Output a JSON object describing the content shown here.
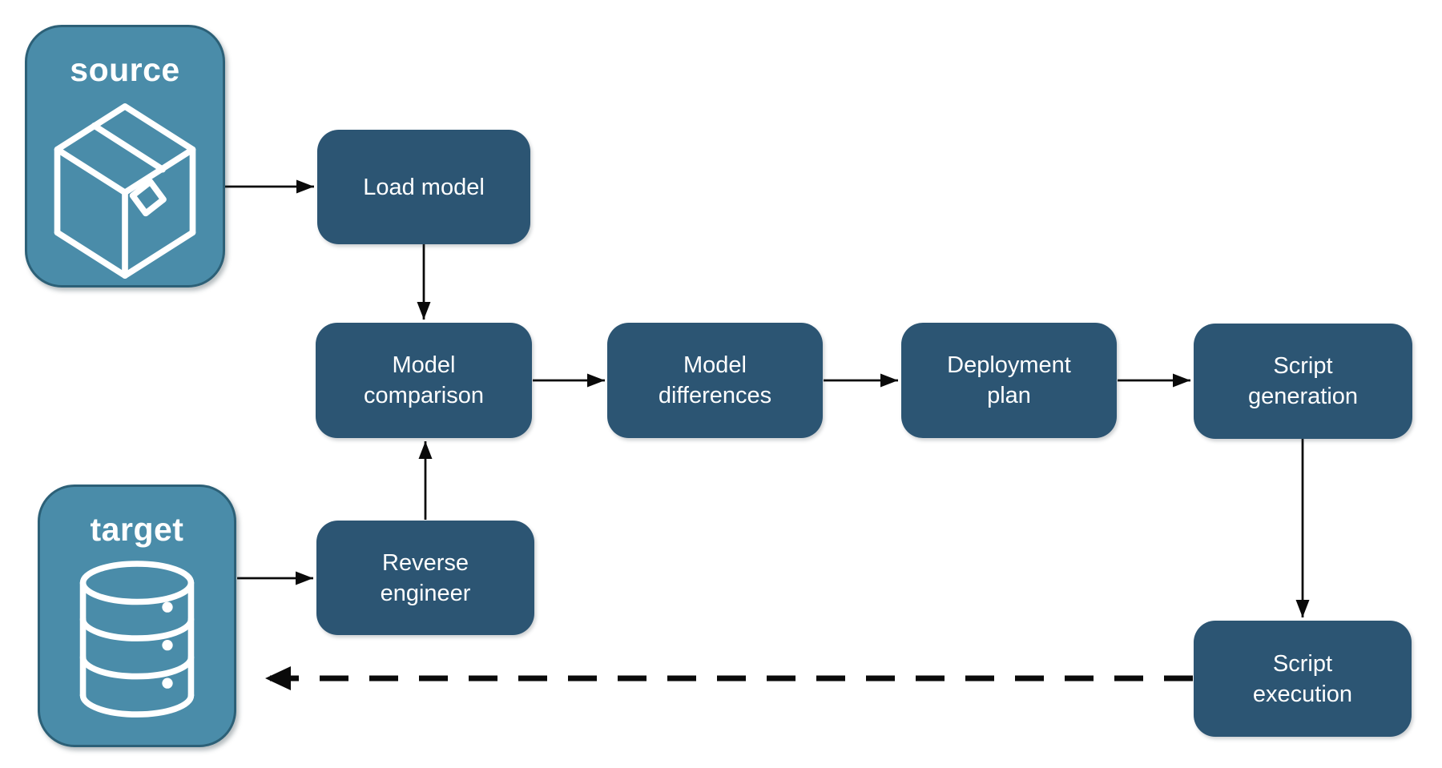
{
  "diagram": {
    "colors": {
      "background": "#ffffff",
      "container_fill": "#4A8CA9",
      "container_border": "#2C6077",
      "node_fill": "#2C5573",
      "text": "#ffffff",
      "arrow": "#0a0a0a"
    },
    "containers": [
      {
        "id": "source",
        "label": "source",
        "icon": "package-icon"
      },
      {
        "id": "target",
        "label": "target",
        "icon": "database-icon"
      }
    ],
    "nodes": [
      {
        "id": "load-model",
        "label": "Load model",
        "lines": [
          "Load model"
        ]
      },
      {
        "id": "model-comparison",
        "label": "Model comparison",
        "lines": [
          "Model",
          "comparison"
        ]
      },
      {
        "id": "model-differences",
        "label": "Model differences",
        "lines": [
          "Model",
          "differences"
        ]
      },
      {
        "id": "deployment-plan",
        "label": "Deployment plan",
        "lines": [
          "Deployment",
          "plan"
        ]
      },
      {
        "id": "script-generation",
        "label": "Script generation",
        "lines": [
          "Script",
          "generation"
        ]
      },
      {
        "id": "reverse-engineer",
        "label": "Reverse engineer",
        "lines": [
          "Reverse",
          "engineer"
        ]
      },
      {
        "id": "script-execution",
        "label": "Script execution",
        "lines": [
          "Script",
          "execution"
        ]
      }
    ],
    "edges": [
      {
        "from": "source",
        "to": "load-model",
        "style": "solid"
      },
      {
        "from": "load-model",
        "to": "model-comparison",
        "style": "solid"
      },
      {
        "from": "model-comparison",
        "to": "model-differences",
        "style": "solid"
      },
      {
        "from": "model-differences",
        "to": "deployment-plan",
        "style": "solid"
      },
      {
        "from": "deployment-plan",
        "to": "script-generation",
        "style": "solid"
      },
      {
        "from": "script-generation",
        "to": "script-execution",
        "style": "solid"
      },
      {
        "from": "target",
        "to": "reverse-engineer",
        "style": "solid"
      },
      {
        "from": "reverse-engineer",
        "to": "model-comparison",
        "style": "solid"
      },
      {
        "from": "script-execution",
        "to": "target",
        "style": "dashed"
      }
    ]
  }
}
